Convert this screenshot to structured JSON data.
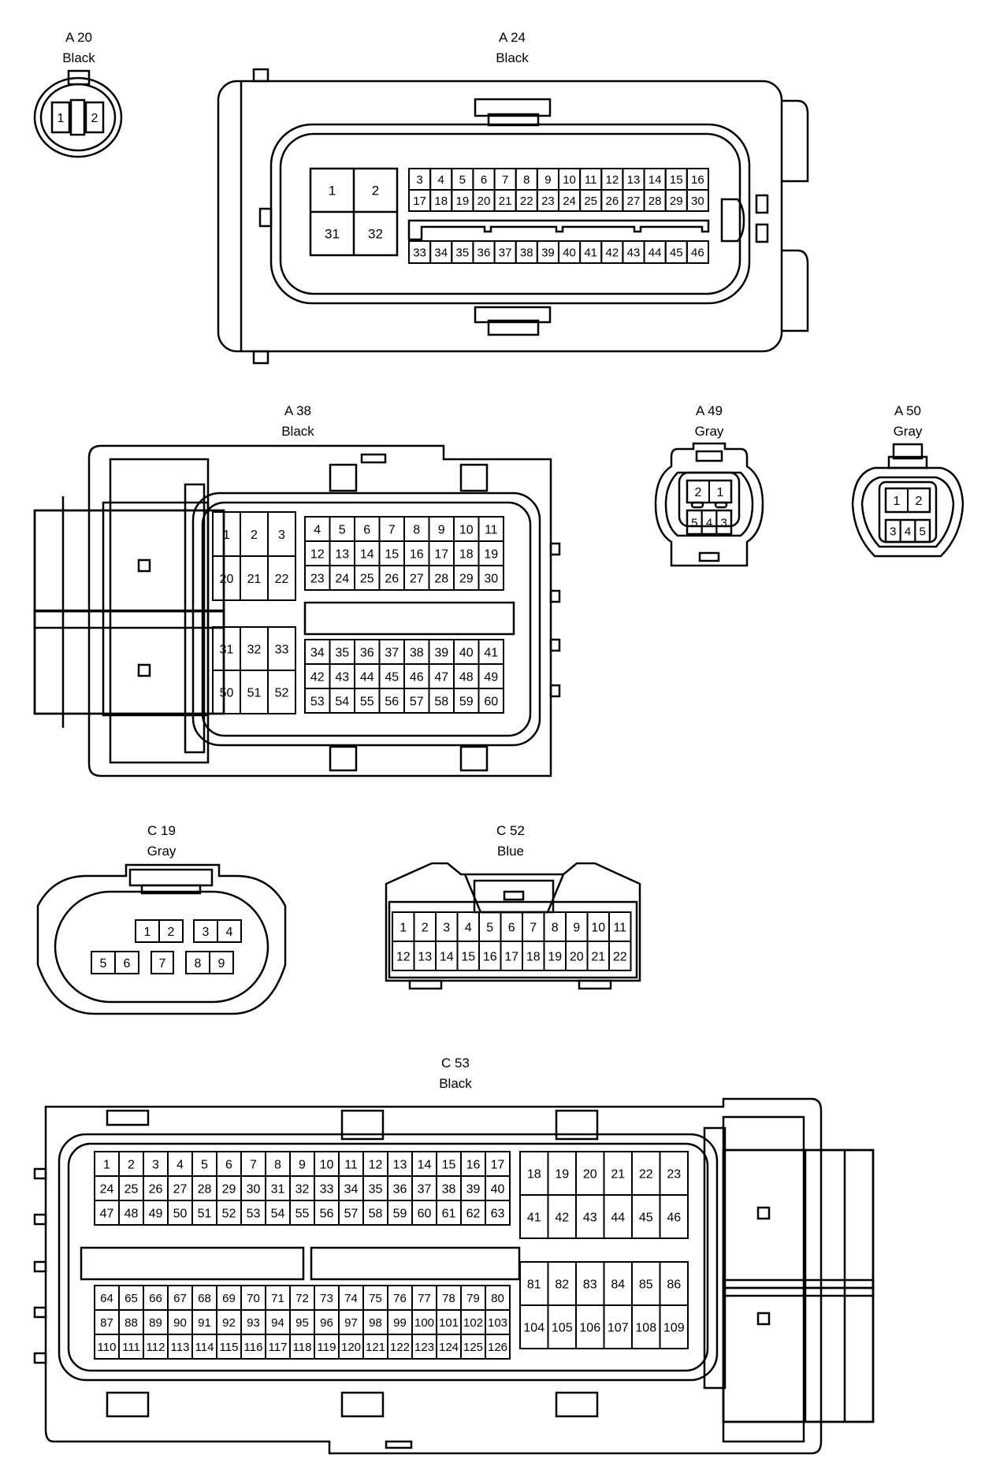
{
  "connectors": {
    "A20": {
      "code": "A 20",
      "color": "Black",
      "pins": [
        "1",
        "2"
      ]
    },
    "A24": {
      "code": "A 24",
      "color": "Black",
      "pins_big": [
        "1",
        "2",
        "31",
        "32"
      ],
      "pins_row1": [
        "3",
        "4",
        "5",
        "6",
        "7",
        "8",
        "9",
        "10",
        "11",
        "12",
        "13",
        "14",
        "15",
        "16"
      ],
      "pins_row2": [
        "17",
        "18",
        "19",
        "20",
        "21",
        "22",
        "23",
        "24",
        "25",
        "26",
        "27",
        "28",
        "29",
        "30"
      ],
      "pins_row3": [
        "33",
        "34",
        "35",
        "36",
        "37",
        "38",
        "39",
        "40",
        "41",
        "42",
        "43",
        "44",
        "45",
        "46"
      ]
    },
    "A38": {
      "code": "A 38",
      "color": "Black",
      "left_top": [
        [
          "1",
          "2",
          "3"
        ],
        [
          "20",
          "21",
          "22"
        ]
      ],
      "left_bottom": [
        [
          "31",
          "32",
          "33"
        ],
        [
          "50",
          "51",
          "52"
        ]
      ],
      "right_top": [
        [
          "4",
          "5",
          "6",
          "7",
          "8",
          "9",
          "10",
          "11"
        ],
        [
          "12",
          "13",
          "14",
          "15",
          "16",
          "17",
          "18",
          "19"
        ],
        [
          "23",
          "24",
          "25",
          "26",
          "27",
          "28",
          "29",
          "30"
        ]
      ],
      "right_bottom": [
        [
          "34",
          "35",
          "36",
          "37",
          "38",
          "39",
          "40",
          "41"
        ],
        [
          "42",
          "43",
          "44",
          "45",
          "46",
          "47",
          "48",
          "49"
        ],
        [
          "53",
          "54",
          "55",
          "56",
          "57",
          "58",
          "59",
          "60"
        ]
      ]
    },
    "A49": {
      "code": "A 49",
      "color": "Gray",
      "top": [
        "2",
        "1"
      ],
      "bottom": [
        "5",
        "4",
        "3"
      ]
    },
    "A50": {
      "code": "A 50",
      "color": "Gray",
      "top": [
        "1",
        "2"
      ],
      "bottom": [
        "3",
        "4",
        "5"
      ]
    },
    "C19": {
      "code": "C 19",
      "color": "Gray",
      "top": [
        "1",
        "2",
        "3",
        "4"
      ],
      "bottom": [
        "5",
        "6",
        "7",
        "8",
        "9"
      ]
    },
    "C52": {
      "code": "C 52",
      "color": "Blue",
      "row1": [
        "1",
        "2",
        "3",
        "4",
        "5",
        "6",
        "7",
        "8",
        "9",
        "10",
        "11"
      ],
      "row2": [
        "12",
        "13",
        "14",
        "15",
        "16",
        "17",
        "18",
        "19",
        "20",
        "21",
        "22"
      ]
    },
    "C53": {
      "code": "C 53",
      "color": "Black",
      "left_top": [
        [
          "1",
          "2",
          "3",
          "4",
          "5",
          "6",
          "7",
          "8",
          "9",
          "10",
          "11",
          "12",
          "13",
          "14",
          "15",
          "16",
          "17"
        ],
        [
          "24",
          "25",
          "26",
          "27",
          "28",
          "29",
          "30",
          "31",
          "32",
          "33",
          "34",
          "35",
          "36",
          "37",
          "38",
          "39",
          "40"
        ],
        [
          "47",
          "48",
          "49",
          "50",
          "51",
          "52",
          "53",
          "54",
          "55",
          "56",
          "57",
          "58",
          "59",
          "60",
          "61",
          "62",
          "63"
        ]
      ],
      "left_bottom": [
        [
          "64",
          "65",
          "66",
          "67",
          "68",
          "69",
          "70",
          "71",
          "72",
          "73",
          "74",
          "75",
          "76",
          "77",
          "78",
          "79",
          "80"
        ],
        [
          "87",
          "88",
          "89",
          "90",
          "91",
          "92",
          "93",
          "94",
          "95",
          "96",
          "97",
          "98",
          "99",
          "100",
          "101",
          "102",
          "103"
        ],
        [
          "110",
          "111",
          "112",
          "113",
          "114",
          "115",
          "116",
          "117",
          "118",
          "119",
          "120",
          "121",
          "122",
          "123",
          "124",
          "125",
          "126"
        ]
      ],
      "right_top": [
        [
          "18",
          "19",
          "20",
          "21",
          "22",
          "23"
        ],
        [
          "41",
          "42",
          "43",
          "44",
          "45",
          "46"
        ]
      ],
      "right_bottom": [
        [
          "81",
          "82",
          "83",
          "84",
          "85",
          "86"
        ],
        [
          "104",
          "105",
          "106",
          "107",
          "108",
          "109"
        ]
      ]
    }
  }
}
